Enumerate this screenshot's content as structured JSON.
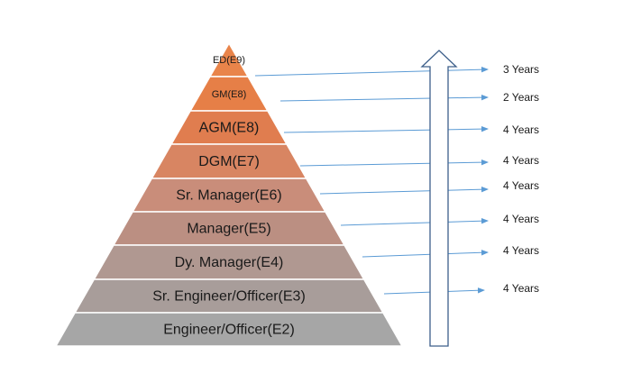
{
  "levels": [
    {
      "label": "ED(E9)",
      "color": "#e9844a"
    },
    {
      "label": "GM(E8)",
      "color": "#e67f47"
    },
    {
      "label": "AGM(E8)",
      "color": "#e07d4f"
    },
    {
      "label": "DGM(E7)",
      "color": "#d88562"
    },
    {
      "label": "Sr. Manager(E6)",
      "color": "#c98d7a"
    },
    {
      "label": "Manager(E5)",
      "color": "#bb8f82"
    },
    {
      "label": "Dy. Manager(E4)",
      "color": "#b09891"
    },
    {
      "label": "Sr. Engineer/Officer(E3)",
      "color": "#a89d9a"
    },
    {
      "label": "Engineer/Officer(E2)",
      "color": "#a6a6a6"
    }
  ],
  "durations": [
    "3 Years",
    "2 Years",
    "4 Years",
    "4 Years",
    "4 Years",
    "4 Years",
    "4 Years",
    "4 Years"
  ],
  "colors": {
    "arrow_line": "#5b9bd5",
    "up_arrow_stroke": "#3d5f8a",
    "band_divider": "#ffffff"
  }
}
